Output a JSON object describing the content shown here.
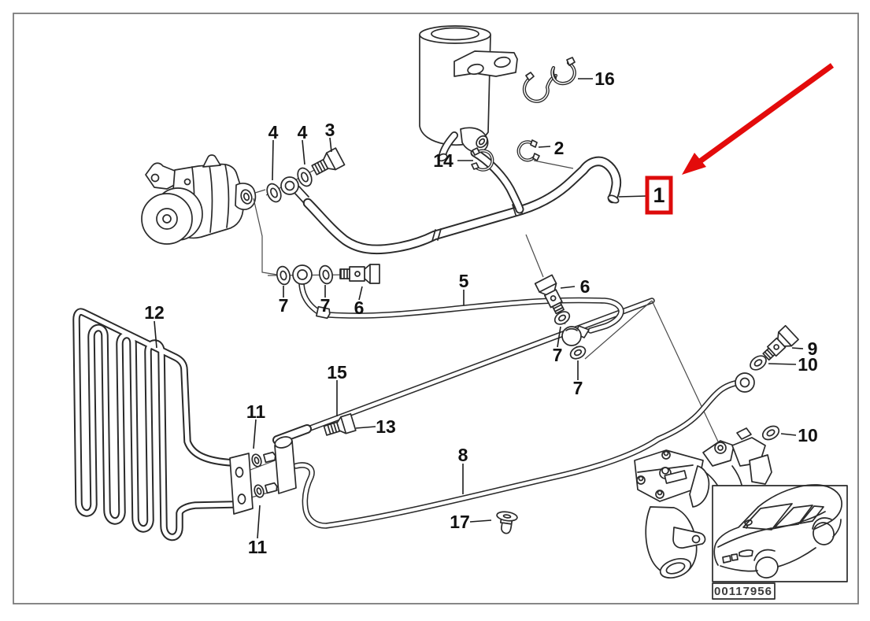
{
  "callouts": [
    {
      "label": "4"
    },
    {
      "label": "4"
    },
    {
      "label": "3"
    },
    {
      "label": "16"
    },
    {
      "label": "2"
    },
    {
      "label": "14"
    },
    {
      "label": "1",
      "highlighted": true
    },
    {
      "label": "7"
    },
    {
      "label": "7"
    },
    {
      "label": "6"
    },
    {
      "label": "5"
    },
    {
      "label": "6"
    },
    {
      "label": "7"
    },
    {
      "label": "7"
    },
    {
      "label": "12"
    },
    {
      "label": "15"
    },
    {
      "label": "11"
    },
    {
      "label": "13"
    },
    {
      "label": "9"
    },
    {
      "label": "10"
    },
    {
      "label": "10"
    },
    {
      "label": "8"
    },
    {
      "label": "11"
    },
    {
      "label": "17"
    }
  ],
  "frame_number": "00117956",
  "highlight": {
    "label": "1",
    "box_color": "#dd0b0b",
    "arrow_color": "#e30b0b"
  },
  "colors": {
    "line": "#2a2a2a",
    "background": "#ffffff",
    "frame_border": "#7a7a7a"
  }
}
